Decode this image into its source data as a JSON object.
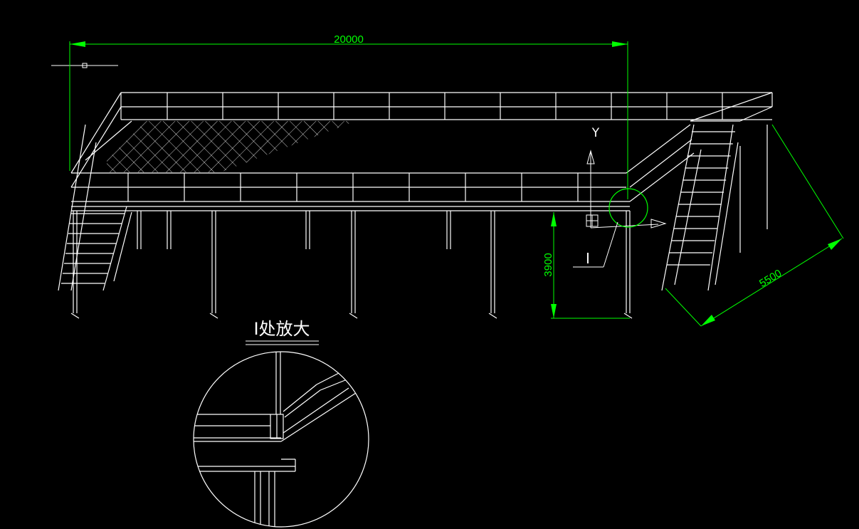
{
  "drawing": {
    "dimension_length": "20000",
    "dimension_height": "3900",
    "dimension_stair": "5500",
    "axis_y_label": "Y",
    "detail_marker": "I",
    "detail_title": "I处放大",
    "colors": {
      "background": "#000000",
      "linework": "#ffffff",
      "dimensions": "#00ff00"
    }
  }
}
